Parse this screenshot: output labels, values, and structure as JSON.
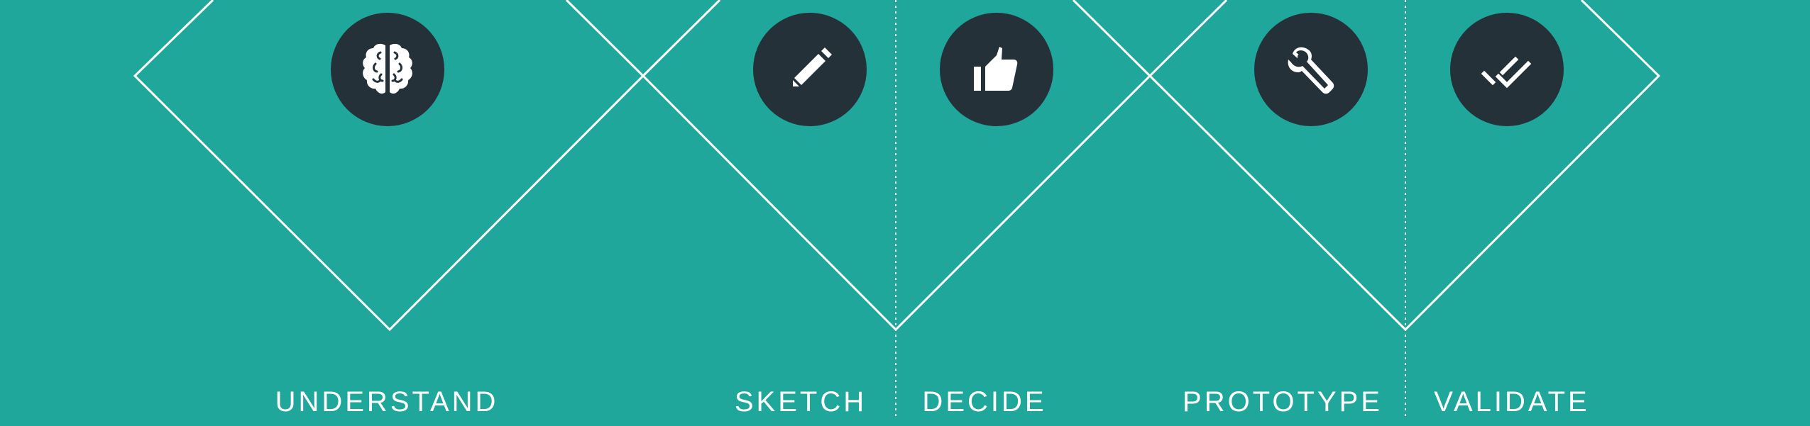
{
  "colors": {
    "background": "#20a79b",
    "circle": "#253139",
    "line": "#ffffff",
    "text": "#ffffff"
  },
  "phases": [
    {
      "label": "UNDERSTAND",
      "icon": "brain-icon"
    },
    {
      "label": "SKETCH",
      "icon": "pencil-icon"
    },
    {
      "label": "DECIDE",
      "icon": "thumbs-up-icon"
    },
    {
      "label": "PROTOTYPE",
      "icon": "wrench-icon"
    },
    {
      "label": "VALIDATE",
      "icon": "double-check-icon"
    }
  ]
}
